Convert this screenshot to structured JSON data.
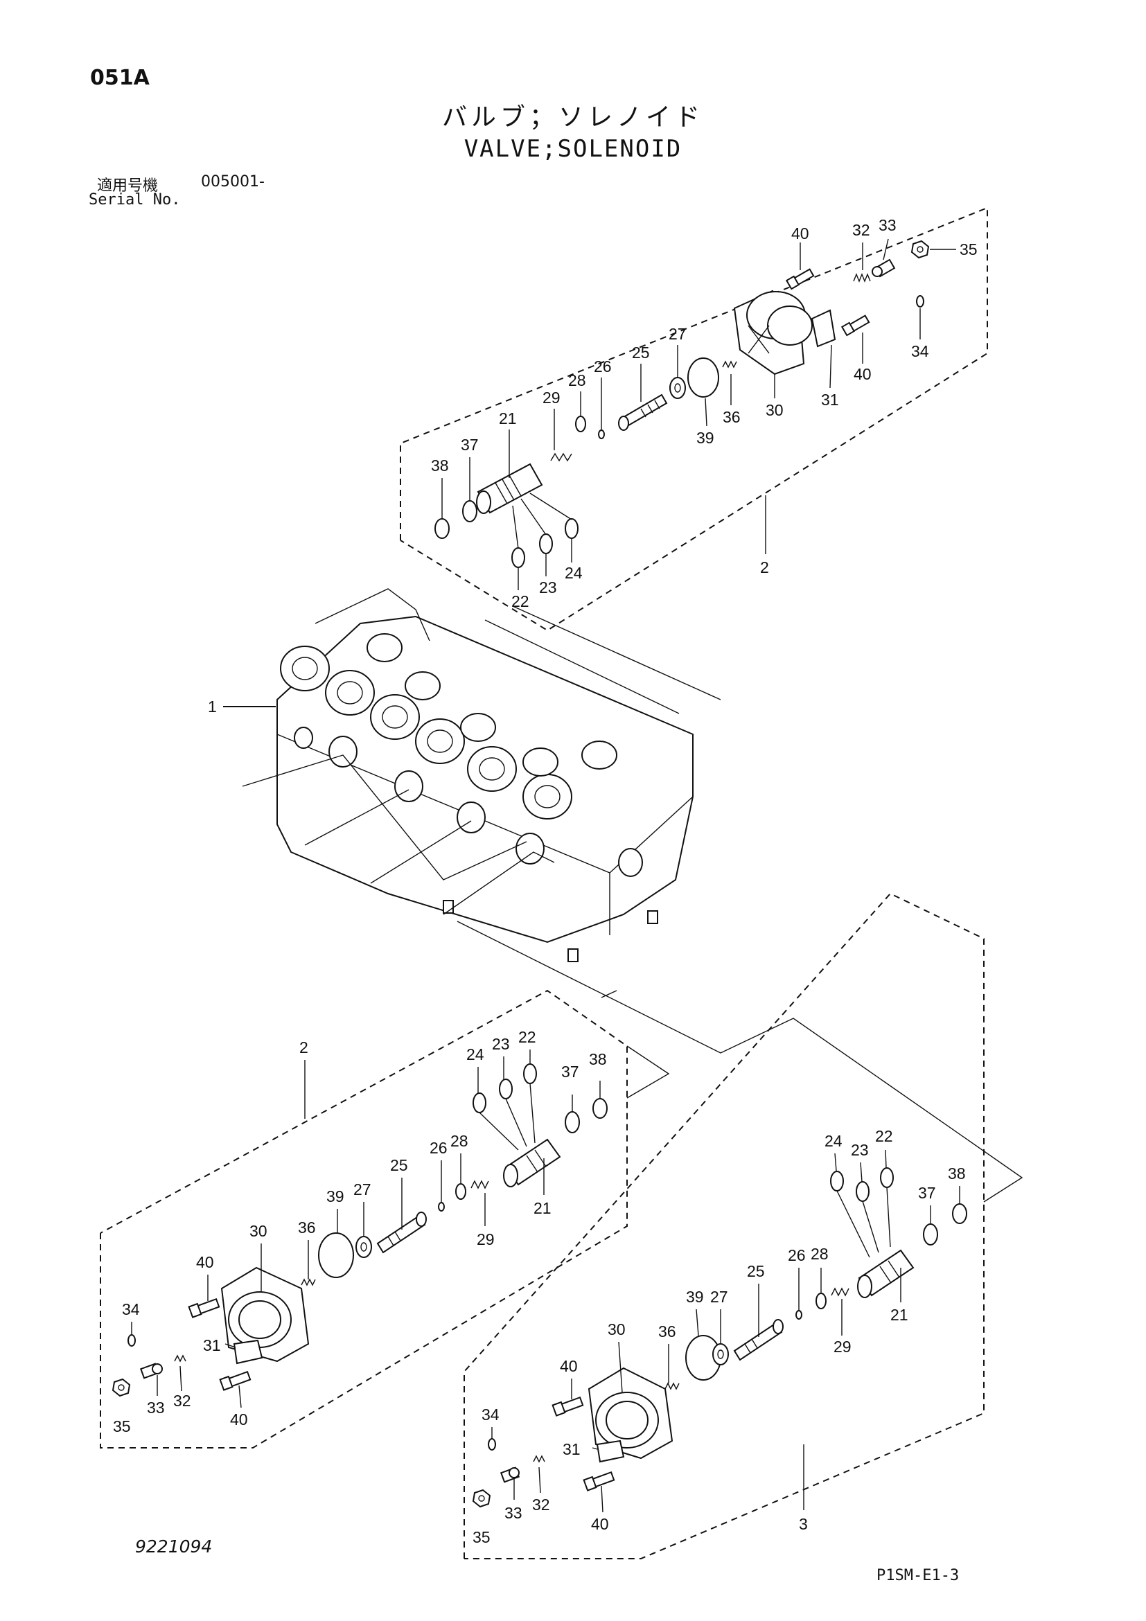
{
  "header": {
    "page_id": "051A",
    "title_jp": "バルブ；ソレノイド",
    "title_en": "VALVE;SOLENOID",
    "serial_label_jp": "適用号機",
    "serial_value": "005001-",
    "serial_label_en": "Serial No."
  },
  "footer": {
    "document_number": "9221094",
    "figure_code": "P1SM-E1-3"
  },
  "callouts": {
    "main_body": "1",
    "assembly_top": "2",
    "assembly_bottom_left": "2",
    "assembly_bottom_right": "3",
    "top_group": [
      "40",
      "32",
      "33",
      "35",
      "34",
      "40",
      "31",
      "30",
      "36",
      "39",
      "27",
      "25",
      "26",
      "28",
      "29",
      "21",
      "37",
      "38",
      "22",
      "23",
      "24"
    ],
    "bl_group": [
      "24",
      "23",
      "22",
      "37",
      "38",
      "26",
      "28",
      "25",
      "27",
      "39",
      "36",
      "30",
      "21",
      "29",
      "40",
      "34",
      "31",
      "33",
      "32",
      "35",
      "40"
    ],
    "br_group": [
      "24",
      "23",
      "22",
      "37",
      "38",
      "26",
      "28",
      "21",
      "29",
      "25",
      "27",
      "39",
      "36",
      "30",
      "40",
      "34",
      "31",
      "33",
      "32",
      "35",
      "40"
    ]
  }
}
